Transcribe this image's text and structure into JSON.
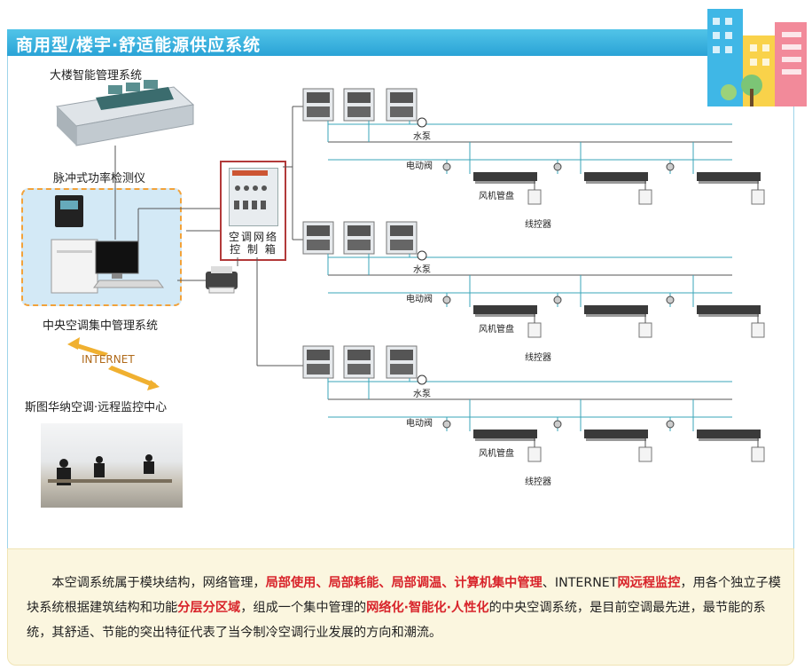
{
  "header": {
    "title": "商用型/楼宇·舒适能源供应系统"
  },
  "left": {
    "bms_label": "大楼智能管理系统",
    "meter_label": "脉冲式功率检测仪",
    "central_label": "中央空调集中管理系统",
    "internet_label": "INTERNET",
    "remote_label": "斯图华纳空调·远程监控中心"
  },
  "cabinet": {
    "label_line1": "空调网络",
    "label_line2": "控 制 箱"
  },
  "branches": [
    {
      "pump": "水泵",
      "valve": "电动阀",
      "fancoil": "风机管盘",
      "controller": "线控器"
    },
    {
      "pump": "水泵",
      "valve": "电动阀",
      "fancoil": "风机管盘",
      "controller": "线控器"
    },
    {
      "pump": "水泵",
      "valve": "电动阀",
      "fancoil": "风机管盘",
      "controller": "线控器"
    }
  ],
  "description": {
    "p1": "本空调系统属于模块结构，网络管理，",
    "h1": "局部使用、局部耗能、局部调温、计算机集中管理",
    "p2": "、INTERNET",
    "h2": "网远程监控",
    "p3": "，用各个独立子模块系统根据建筑结构和功能",
    "h3": "分层分区域",
    "p4": "，组成一个集中管理的",
    "h4": "网络化·智能化·人性化",
    "p5": "的中央空调系统，是目前空调最先进，最节能的系统，其舒适、节能的突出特征代表了当今制冷空调行业发展的方向和潮流。"
  },
  "colors": {
    "header": "#2aa3d6",
    "highlight": "#d8232a",
    "pipe": "#3aa6b8",
    "dash": "#f2a23a",
    "cabinet_border": "#b23a3a"
  }
}
